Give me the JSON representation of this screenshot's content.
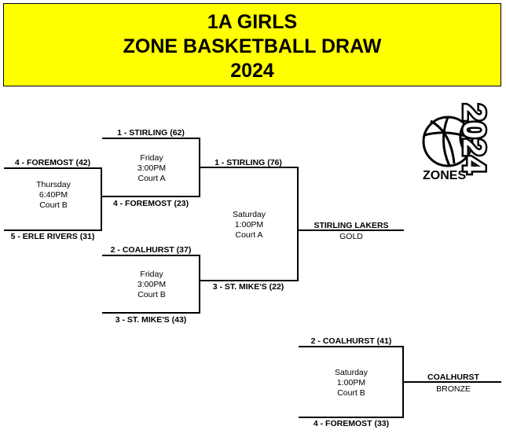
{
  "header": {
    "line1": "1A GIRLS",
    "line2": "ZONE BASKETBALL DRAW",
    "line3": "2024"
  },
  "logo": {
    "year": "2024",
    "word": "ZONES",
    "icon": "basketball-icon"
  },
  "round1": {
    "team_top": "4 - FOREMOST (42)",
    "team_bottom": "5 - ERLE RIVERS (31)",
    "day": "Thursday",
    "time": "6:40PM",
    "court": "Court B"
  },
  "semi1": {
    "team_top": "1 - STIRLING (62)",
    "team_bottom": "4 - FOREMOST (23)",
    "day": "Friday",
    "time": "3:00PM",
    "court": "Court A"
  },
  "semi2": {
    "team_top": "2 - COALHURST (37)",
    "team_bottom": "3 - ST. MIKE'S (43)",
    "day": "Friday",
    "time": "3:00PM",
    "court": "Court B"
  },
  "final": {
    "team_top": "1 - STIRLING (76)",
    "team_bottom": "3 - ST. MIKE'S (22)",
    "day": "Saturday",
    "time": "1:00PM",
    "court": "Court A",
    "winner": "STIRLING LAKERS",
    "medal": "GOLD"
  },
  "bronze": {
    "team_top": "2 - COALHURST (41)",
    "team_bottom": "4 - FOREMOST (33)",
    "day": "Saturday",
    "time": "1:00PM",
    "court": "Court B",
    "winner": "COALHURST",
    "medal": "BRONZE"
  }
}
